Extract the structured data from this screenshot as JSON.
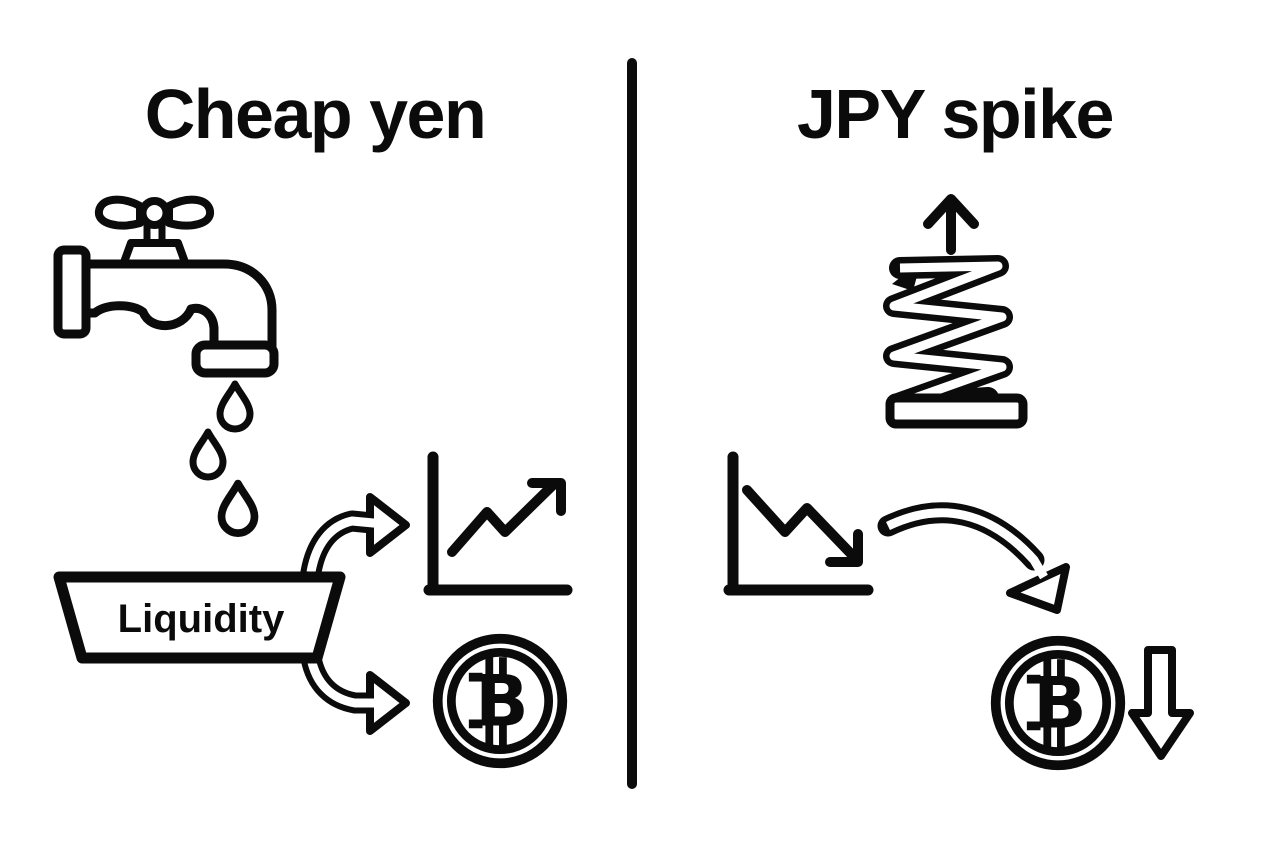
{
  "illustration": {
    "background": "#ffffff",
    "ink": "#0b0b0b",
    "divider_present": true
  },
  "left_panel": {
    "title": "Cheap yen",
    "basin_label": "Liquidity",
    "bitcoin_glyph": "B",
    "icon_names": [
      "faucet-icon",
      "water-drops-icon",
      "liquidity-basin",
      "split-curved-arrows",
      "rising-chart-icon",
      "bitcoin-coin-icon"
    ]
  },
  "right_panel": {
    "title": "JPY spike",
    "bitcoin_glyph": "B",
    "icon_names": [
      "up-arrow-icon",
      "spring-icon",
      "falling-chart-icon",
      "curved-down-arrow-icon",
      "bitcoin-coin-icon",
      "down-arrow-icon"
    ]
  }
}
